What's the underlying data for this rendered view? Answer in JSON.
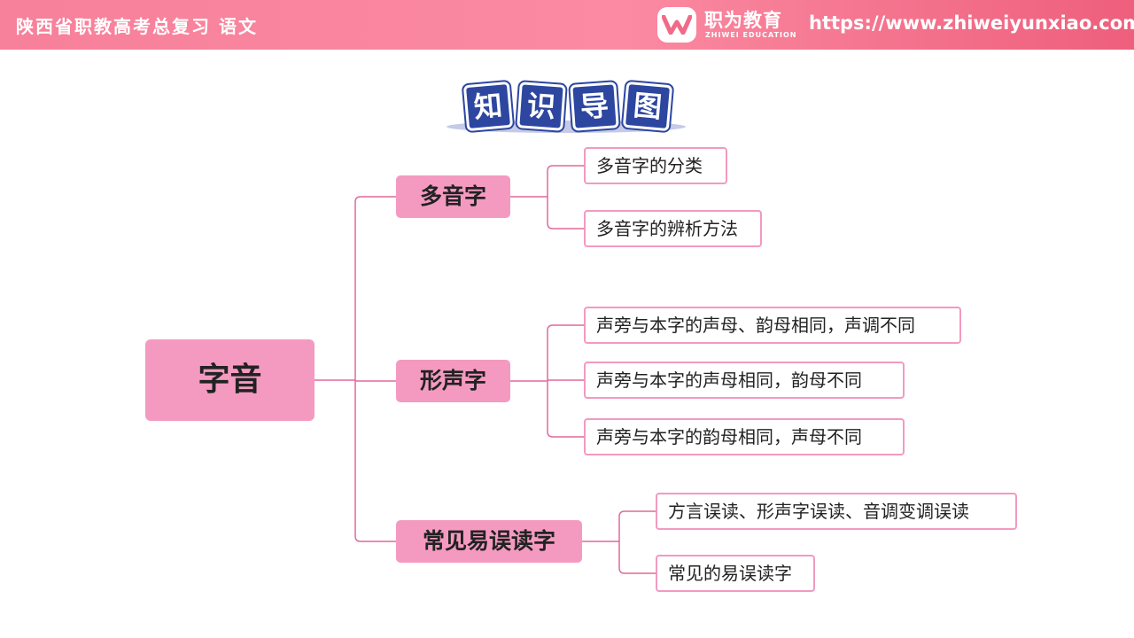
{
  "header": {
    "title": "陕西省职教高考总复习  语文",
    "logo_name": "职为教育",
    "logo_sub": "ZHIWEI EDUCATION",
    "url": "https://www.zhiweiyunxiao.com/"
  },
  "heading": {
    "chars": [
      "知",
      "识",
      "导",
      "图"
    ]
  },
  "mindmap": {
    "root": "字音",
    "branches": [
      {
        "label": "多音字",
        "leaves": [
          "多音字的分类",
          "多音字的辨析方法"
        ]
      },
      {
        "label": "形声字",
        "leaves": [
          "声旁与本字的声母、韵母相同，声调不同",
          "声旁与本字的声母相同，韵母不同",
          "声旁与本字的韵母相同，声母不同"
        ]
      },
      {
        "label": "常见易误读字",
        "leaves": [
          "方言误读、形声字误读、音调变调误读",
          "常见的易误读字"
        ]
      }
    ]
  },
  "colors": {
    "header_bg": "#f7809a",
    "node_fill": "#f49ac1",
    "connector": "#e0699b",
    "heading_blue": "#2d46a0"
  }
}
